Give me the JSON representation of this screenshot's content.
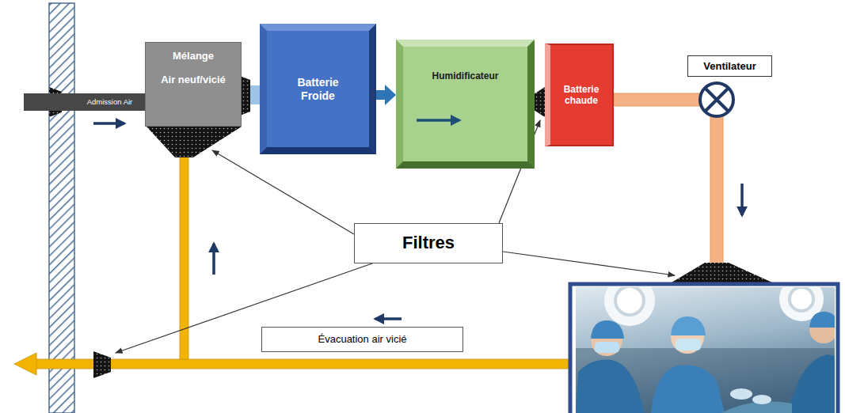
{
  "diagram": {
    "nodes": [
      {
        "text": [
          "Admission Air"
        ]
      },
      {
        "text": [
          "Mélange",
          "Air neuf/vicié"
        ]
      },
      {
        "text": [
          "Batterie Froide"
        ]
      },
      {
        "text": [
          "Humidificateur"
        ]
      },
      {
        "text": [
          "Batterie chaude"
        ]
      },
      {
        "text": [
          "Ventilateur"
        ]
      },
      {
        "text": [
          "Filtres"
        ]
      },
      {
        "text": [
          "Évacuation air vicié"
        ]
      }
    ],
    "edges": [
      {
        "from": 1,
        "to": 2,
        "arrow": "none"
      },
      {
        "from": 2,
        "to": 3,
        "arrow": "to"
      },
      {
        "from": 3,
        "to": 4,
        "arrow": "none"
      }
    ]
  }
}
